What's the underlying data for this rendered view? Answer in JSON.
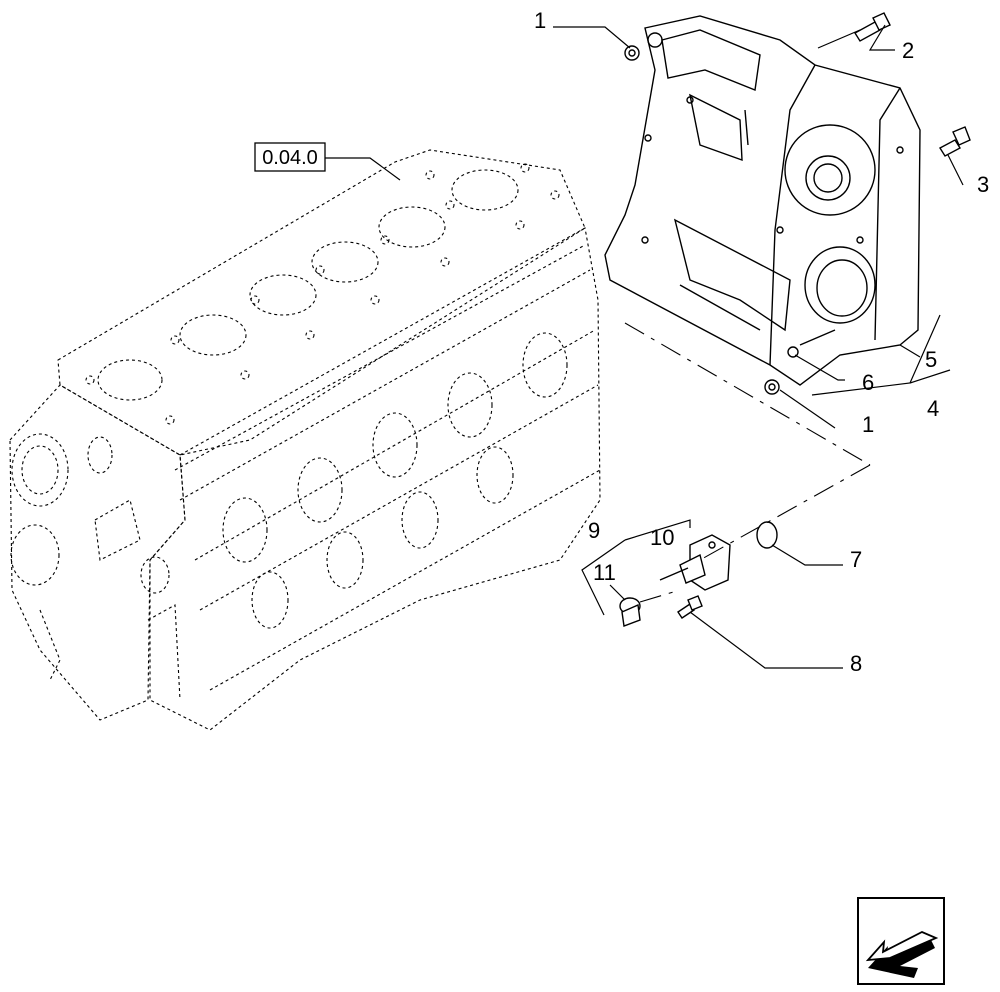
{
  "reference": {
    "label": "0.04.0"
  },
  "callouts": [
    {
      "id": "c1-top",
      "text": "1"
    },
    {
      "id": "c2",
      "text": "2"
    },
    {
      "id": "c3",
      "text": "3"
    },
    {
      "id": "c5",
      "text": "5"
    },
    {
      "id": "c6",
      "text": "6"
    },
    {
      "id": "c4",
      "text": "4"
    },
    {
      "id": "c1-bottom",
      "text": "1"
    },
    {
      "id": "c7",
      "text": "7"
    },
    {
      "id": "c9",
      "text": "9"
    },
    {
      "id": "c10",
      "text": "10"
    },
    {
      "id": "c11",
      "text": "11"
    },
    {
      "id": "c8",
      "text": "8"
    }
  ],
  "icons": {
    "navigation": "arrow-back-icon"
  }
}
